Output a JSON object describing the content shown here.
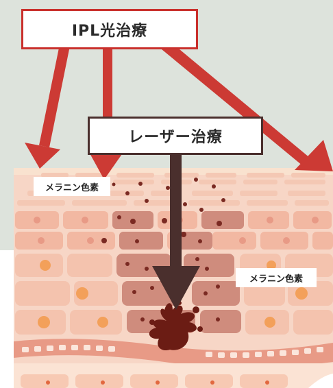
{
  "title_ipl": "IPL光治療",
  "title_laser": "レーザー治療",
  "melanin_labels": [
    "メラニン色素",
    "メラニン色素"
  ],
  "colors": {
    "background_upper": "#dde3dc",
    "background_lower": "#ffffff",
    "ipl_arrow": "#cc3a34",
    "laser_arrow": "#4a2f2d",
    "skin_light": "#f5d4c4",
    "skin_cell": "#f3bba5",
    "skin_cell_dark": "#c98578",
    "melanin_dot": "#7a2a22",
    "pigment_blob": "#6b1c14",
    "cell_nucleus": "#f3a05a",
    "basal_layer": "#e89a86"
  },
  "icons": [
    "ipl-arrow-left-icon",
    "ipl-arrow-middle-icon",
    "ipl-arrow-right-icon",
    "laser-arrow-down-icon",
    "pigment-spot-icon"
  ]
}
